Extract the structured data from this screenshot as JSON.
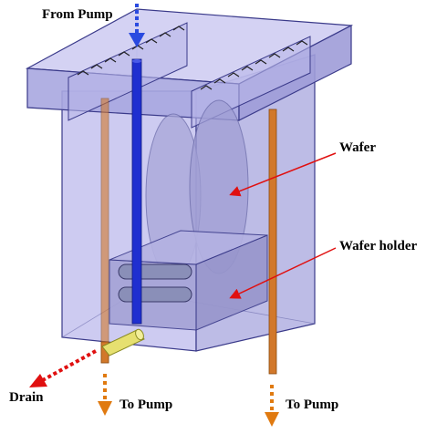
{
  "labels": {
    "from_pump": "From Pump",
    "wafer": "Wafer",
    "wafer_holder": "Wafer holder",
    "drain": "Drain",
    "to_pump_left": "To Pump",
    "to_pump_right": "To Pump"
  },
  "colors": {
    "tank_fill": "#b7b5e6",
    "tank_edge": "#3a3a8a",
    "inlet_pipe": "#1f2fd0",
    "outlet_pipe": "#d2782a",
    "drain_pipe": "#e6e070",
    "callout_arrow": "#e01010",
    "flow_arrow_orange": "#e07a10",
    "flow_arrow_blue": "#2a4ae0"
  }
}
